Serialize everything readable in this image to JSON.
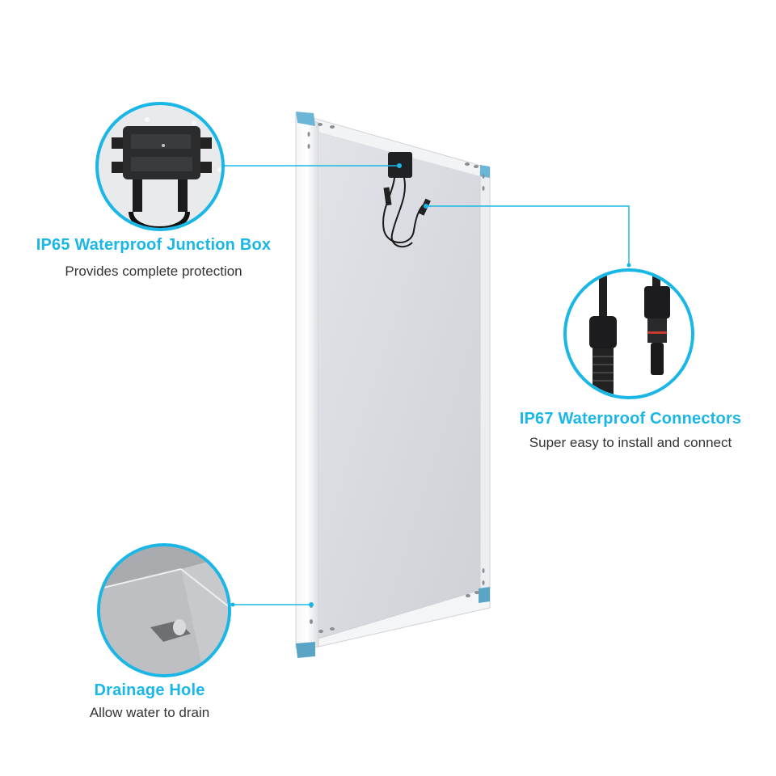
{
  "features": [
    {
      "title": "IP65 Waterproof Junction Box",
      "subtitle": "Provides complete protection",
      "icon": "junction-box"
    },
    {
      "title": "IP67 Waterproof Connectors",
      "subtitle": "Super easy to install and connect",
      "icon": "mc4-connectors"
    },
    {
      "title": "Drainage Hole",
      "subtitle": "Allow water to drain",
      "icon": "drainage-hole"
    }
  ],
  "colors": {
    "accent": "#1ab7e6",
    "corner": "#5fa8c9",
    "frame": "#e6e8ec",
    "panel": "#d7d9de",
    "text": "#333333"
  }
}
